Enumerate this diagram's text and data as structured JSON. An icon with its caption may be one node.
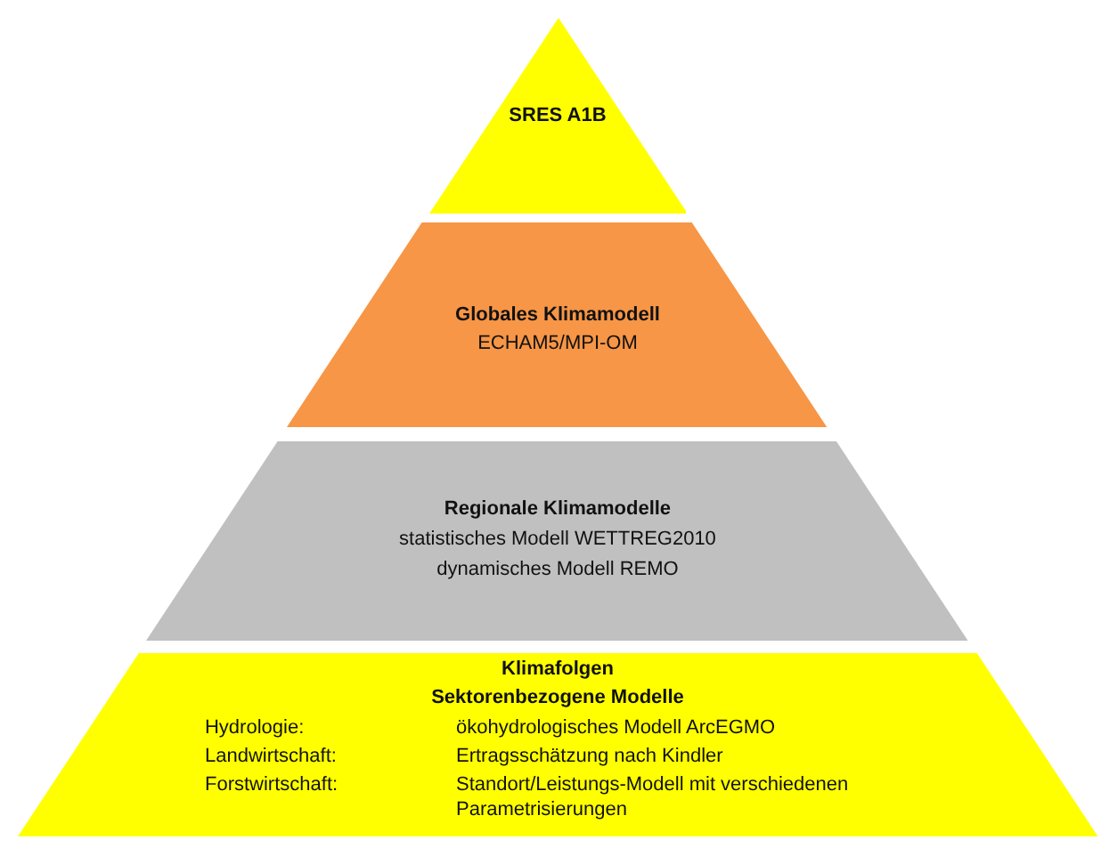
{
  "diagram": {
    "nodes": [
      {
        "text": [
          "SRES A1B"
        ]
      },
      {
        "text": [
          "Globales Klimamodell",
          "ECHAM5/MPI-OM"
        ]
      },
      {
        "text": [
          "Regionale Klimamodelle",
          "statistisches Modell WETTREG2010",
          "dynamisches Modell REMO"
        ]
      },
      {
        "text": [
          "Klimafolgen",
          "Sektorenbezogene Modelle",
          "Hydrologie:",
          "ökohydrologisches Modell ArcEGMO",
          "Landwirtschaft:",
          "Ertragsschätzung nach Kindler",
          "Forstwirtschaft:",
          "Standort/Leistungs-Modell mit verschiedenen Parametrisierungen"
        ]
      }
    ],
    "edges": []
  }
}
